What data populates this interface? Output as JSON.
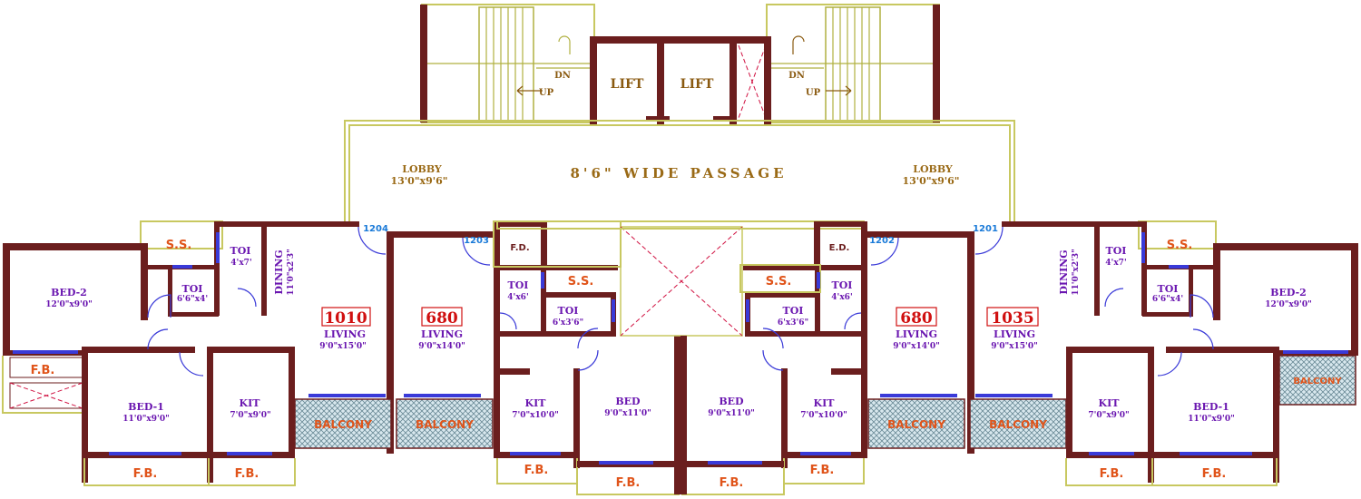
{
  "core": {
    "lift_left": "LIFT",
    "lift_right": "LIFT",
    "dn": "DN",
    "up": "UP",
    "passage": "8'6\" WIDE PASSAGE",
    "lobby_label": "LOBBY",
    "lobby_dim": "13'0\"x9'6\""
  },
  "flats": [
    {
      "number": "1204",
      "area": "1010"
    },
    {
      "number": "1203",
      "area": "680"
    },
    {
      "number": "1202",
      "area": "680"
    },
    {
      "number": "1201",
      "area": "1035"
    }
  ],
  "labels": {
    "ss": "S.S.",
    "fb": "F.B.",
    "balcony": "BALCONY",
    "toi": "TOI",
    "fd": "F.D.",
    "ed": "E.D.",
    "living": "LIVING",
    "dining": "DINING",
    "kit": "KIT",
    "bed": "BED",
    "bed1": "BED-1",
    "bed2": "BED-2"
  },
  "dims": {
    "toi_4x7": "4'x7'",
    "toi_6_6x4": "6'6\"x4'",
    "toi_4x6": "4'x6'",
    "toi_6x3_6": "6'x3'6\"",
    "bed2": "12'0\"x9'0\"",
    "bed1": "11'0\"x9'0\"",
    "kit_7x9": "7'0\"x9'0\"",
    "kit_7x10": "7'0\"x10'0\"",
    "dining": "11'0\"x2'3\"",
    "living_9x15": "9'0\"x15'0\"",
    "living_9x14": "9'0\"x14'0\"",
    "bed_9x11": "9'0\"x11'0\""
  },
  "colors": {
    "wall": "#6b1e1e",
    "outline": "#c8c860",
    "window": "#3a3ad8",
    "room_text": "#6a16b0",
    "service_text": "#e0541a",
    "flat_number": "#1a7ad8",
    "area_text": "#d01010"
  }
}
